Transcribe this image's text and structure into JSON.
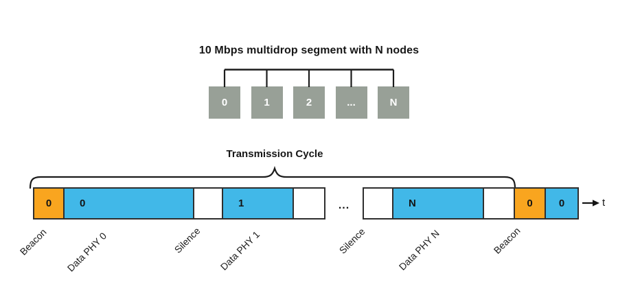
{
  "topology": {
    "title": "10 Mbps multidrop segment with N nodes",
    "nodes": [
      {
        "label": "0"
      },
      {
        "label": "1"
      },
      {
        "label": "2"
      },
      {
        "label": "..."
      },
      {
        "label": "N"
      }
    ]
  },
  "timeline": {
    "title": "Transmission Cycle",
    "ellipsis": "...",
    "axis_label": "t",
    "groups": [
      {
        "segments": [
          {
            "type": "beacon",
            "label": "0",
            "width": 46
          },
          {
            "type": "data",
            "label": "0",
            "width": 189
          },
          {
            "type": "silence",
            "label": "",
            "width": 42
          },
          {
            "type": "data",
            "label": "1",
            "width": 103
          },
          {
            "type": "silence",
            "label": "",
            "width": 46
          }
        ]
      },
      {
        "segments": [
          {
            "type": "silence",
            "label": "",
            "width": 45
          },
          {
            "type": "data",
            "label": "N",
            "width": 132
          },
          {
            "type": "silence",
            "label": "",
            "width": 45
          },
          {
            "type": "beacon",
            "label": "0",
            "width": 45
          },
          {
            "type": "data",
            "label": "0",
            "width": 48
          }
        ]
      }
    ],
    "slot_labels": [
      "Beacon",
      "Data PHY 0",
      "Silence",
      "Data PHY 1",
      "Silence",
      "Data PHY N",
      "Beacon"
    ]
  },
  "colors": {
    "beacon": "#F9A51F",
    "data": "#41B8E8",
    "silence": "#FFFFFF",
    "node_fill": "#98A097",
    "border": "#2E2E2E"
  }
}
